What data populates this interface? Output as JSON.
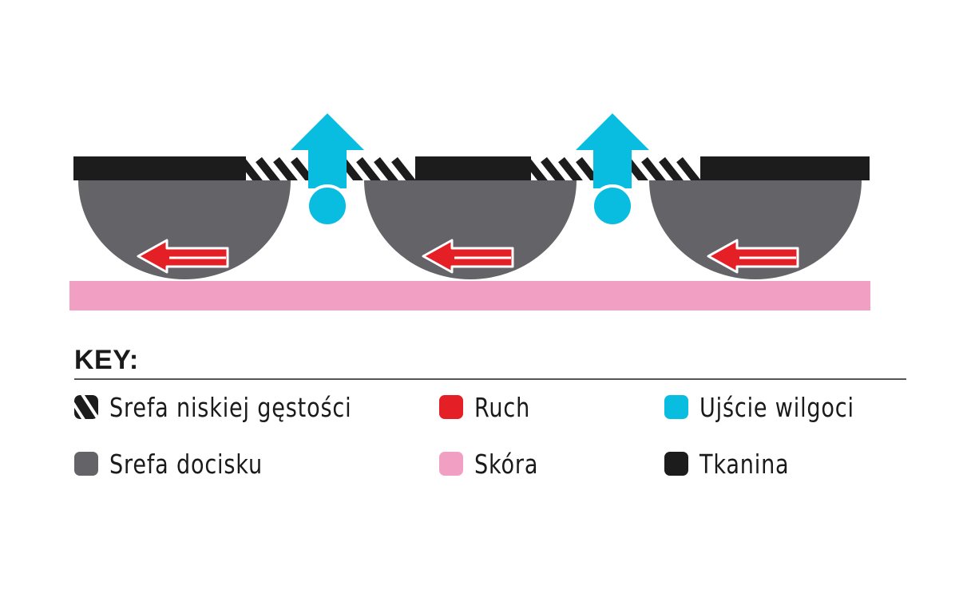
{
  "colors": {
    "fabric": "#1c1c1c",
    "pressure_zone": "#636368",
    "skin": "#f29fc4",
    "movement": "#e41f26",
    "moisture": "#09bde1",
    "low_density": "#1c1c1c"
  },
  "diagram": {
    "arrow_icon": "double-headed-arrow",
    "moisture_icon": "upward-arrow-with-droplet"
  },
  "key": {
    "title": "KEY:",
    "items": [
      {
        "label": "Srefa niskiej gęstości",
        "swatch": "hatch",
        "color": "#1c1c1c"
      },
      {
        "label": "Ruch",
        "swatch": "solid",
        "color": "#e41f26"
      },
      {
        "label": "Ujście wilgoci",
        "swatch": "solid",
        "color": "#09bde1"
      },
      {
        "label": "Srefa docisku",
        "swatch": "solid",
        "color": "#636368"
      },
      {
        "label": "Skóra",
        "swatch": "solid",
        "color": "#f29fc4"
      },
      {
        "label": "Tkanina",
        "swatch": "solid",
        "color": "#1c1c1c"
      }
    ]
  }
}
